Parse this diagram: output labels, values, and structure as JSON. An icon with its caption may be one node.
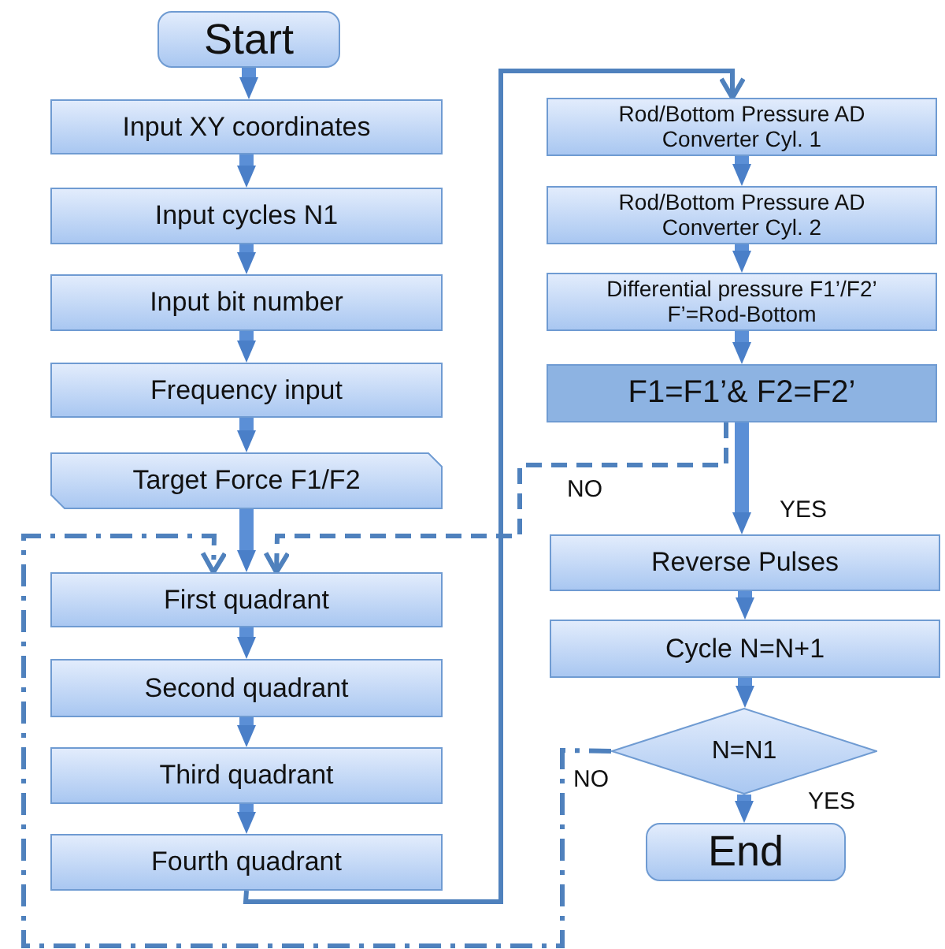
{
  "diagram": {
    "nodes": [
      {
        "text": [
          "Start"
        ]
      },
      {
        "text": [
          "Input XY coordinates"
        ]
      },
      {
        "text": [
          "Input cycles N1"
        ]
      },
      {
        "text": [
          "Input bit number"
        ]
      },
      {
        "text": [
          "Frequency input"
        ]
      },
      {
        "text": [
          "Target Force F1/F2"
        ]
      },
      {
        "text": [
          "First quadrant"
        ]
      },
      {
        "text": [
          "Second quadrant"
        ]
      },
      {
        "text": [
          "Third quadrant"
        ]
      },
      {
        "text": [
          "Fourth quadrant"
        ]
      },
      {
        "text": [
          "Rod/Bottom Pressure AD Converter  Cyl. 1"
        ]
      },
      {
        "text": [
          "Rod/Bottom Pressure AD Converter  Cyl. 2"
        ]
      },
      {
        "text": [
          "Differential pressure F1’/F2’  F’=Rod-Bottom"
        ]
      },
      {
        "text": [
          "F1=F1’& F2=F2’"
        ]
      },
      {
        "text": [
          "Reverse Pulses"
        ]
      },
      {
        "text": [
          "Cycle N=N+1"
        ]
      },
      {
        "text": [
          "N=N1"
        ]
      },
      {
        "text": [
          "End"
        ]
      }
    ],
    "edges": [
      {
        "from": 0,
        "to": 1,
        "arrow": "to"
      },
      {
        "from": 1,
        "to": 2,
        "arrow": "to"
      },
      {
        "from": 2,
        "to": 3,
        "arrow": "to"
      },
      {
        "from": 3,
        "to": 4,
        "arrow": "to"
      },
      {
        "from": 4,
        "to": 5,
        "arrow": "to"
      },
      {
        "from": 5,
        "to": 6,
        "arrow": "to"
      },
      {
        "from": 6,
        "to": 7,
        "arrow": "to"
      },
      {
        "from": 7,
        "to": 8,
        "arrow": "to"
      },
      {
        "from": 8,
        "to": 9,
        "arrow": "to"
      },
      {
        "from": 9,
        "to": 10,
        "arrow": "to"
      },
      {
        "from": 10,
        "to": 11,
        "arrow": "to"
      },
      {
        "from": 11,
        "to": 12,
        "arrow": "to"
      },
      {
        "from": 12,
        "to": 13,
        "arrow": "to"
      },
      {
        "from": 13,
        "to": 14,
        "arrow": "to",
        "label": "YES"
      },
      {
        "from": 14,
        "to": 15,
        "arrow": "to"
      },
      {
        "from": 15,
        "to": 16,
        "arrow": "to"
      },
      {
        "from": 16,
        "to": 17,
        "arrow": "to",
        "label": "YES"
      },
      {
        "from": 13,
        "to": 6,
        "arrow": "to",
        "style": "dashed",
        "label": "NO"
      },
      {
        "from": 16,
        "to": 6,
        "arrow": "to",
        "style": "dashed",
        "label": "NO"
      }
    ]
  }
}
